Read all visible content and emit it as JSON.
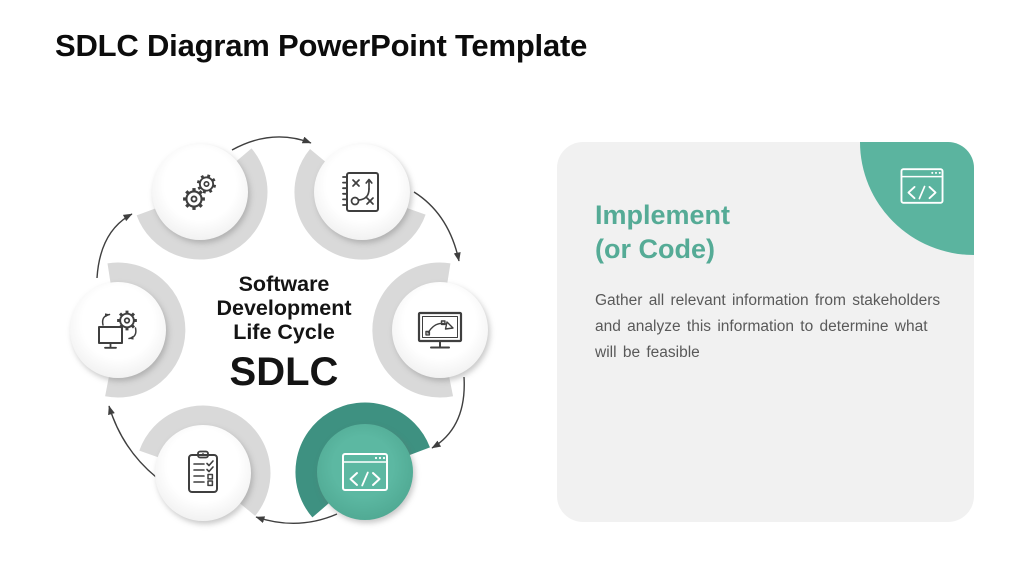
{
  "slide_title": "SDLC Diagram PowerPoint Template",
  "diagram": {
    "center": {
      "lines": [
        "Software",
        "Development",
        "Life Cycle"
      ],
      "acronym": "SDLC"
    },
    "steps": [
      {
        "icon": "gears-icon",
        "active": false
      },
      {
        "icon": "strategy-plan-icon",
        "active": false
      },
      {
        "icon": "design-monitor-icon",
        "active": false
      },
      {
        "icon": "code-window-icon",
        "active": true
      },
      {
        "icon": "checklist-clipboard-icon",
        "active": false
      },
      {
        "icon": "monitor-gear-sync-icon",
        "active": false
      }
    ],
    "flow_direction": "clockwise",
    "colors": {
      "active_fill": "#55b29c",
      "active_arc": "#3e9181",
      "step_arc": "#d9d9d9",
      "arrow": "#3f3f3f",
      "icon_stroke": "#3f3f3f"
    }
  },
  "detail_card": {
    "title_lines": [
      "Implement",
      "(or Code)"
    ],
    "description": "Gather all relevant information from stakeholders and analyze this information to determine what will be feasible",
    "corner_icon": "code-window-icon",
    "colors": {
      "background": "#f1f1f1",
      "accent": "#5bb49f",
      "title_text": "#55ab96",
      "body_text": "#595959"
    }
  }
}
